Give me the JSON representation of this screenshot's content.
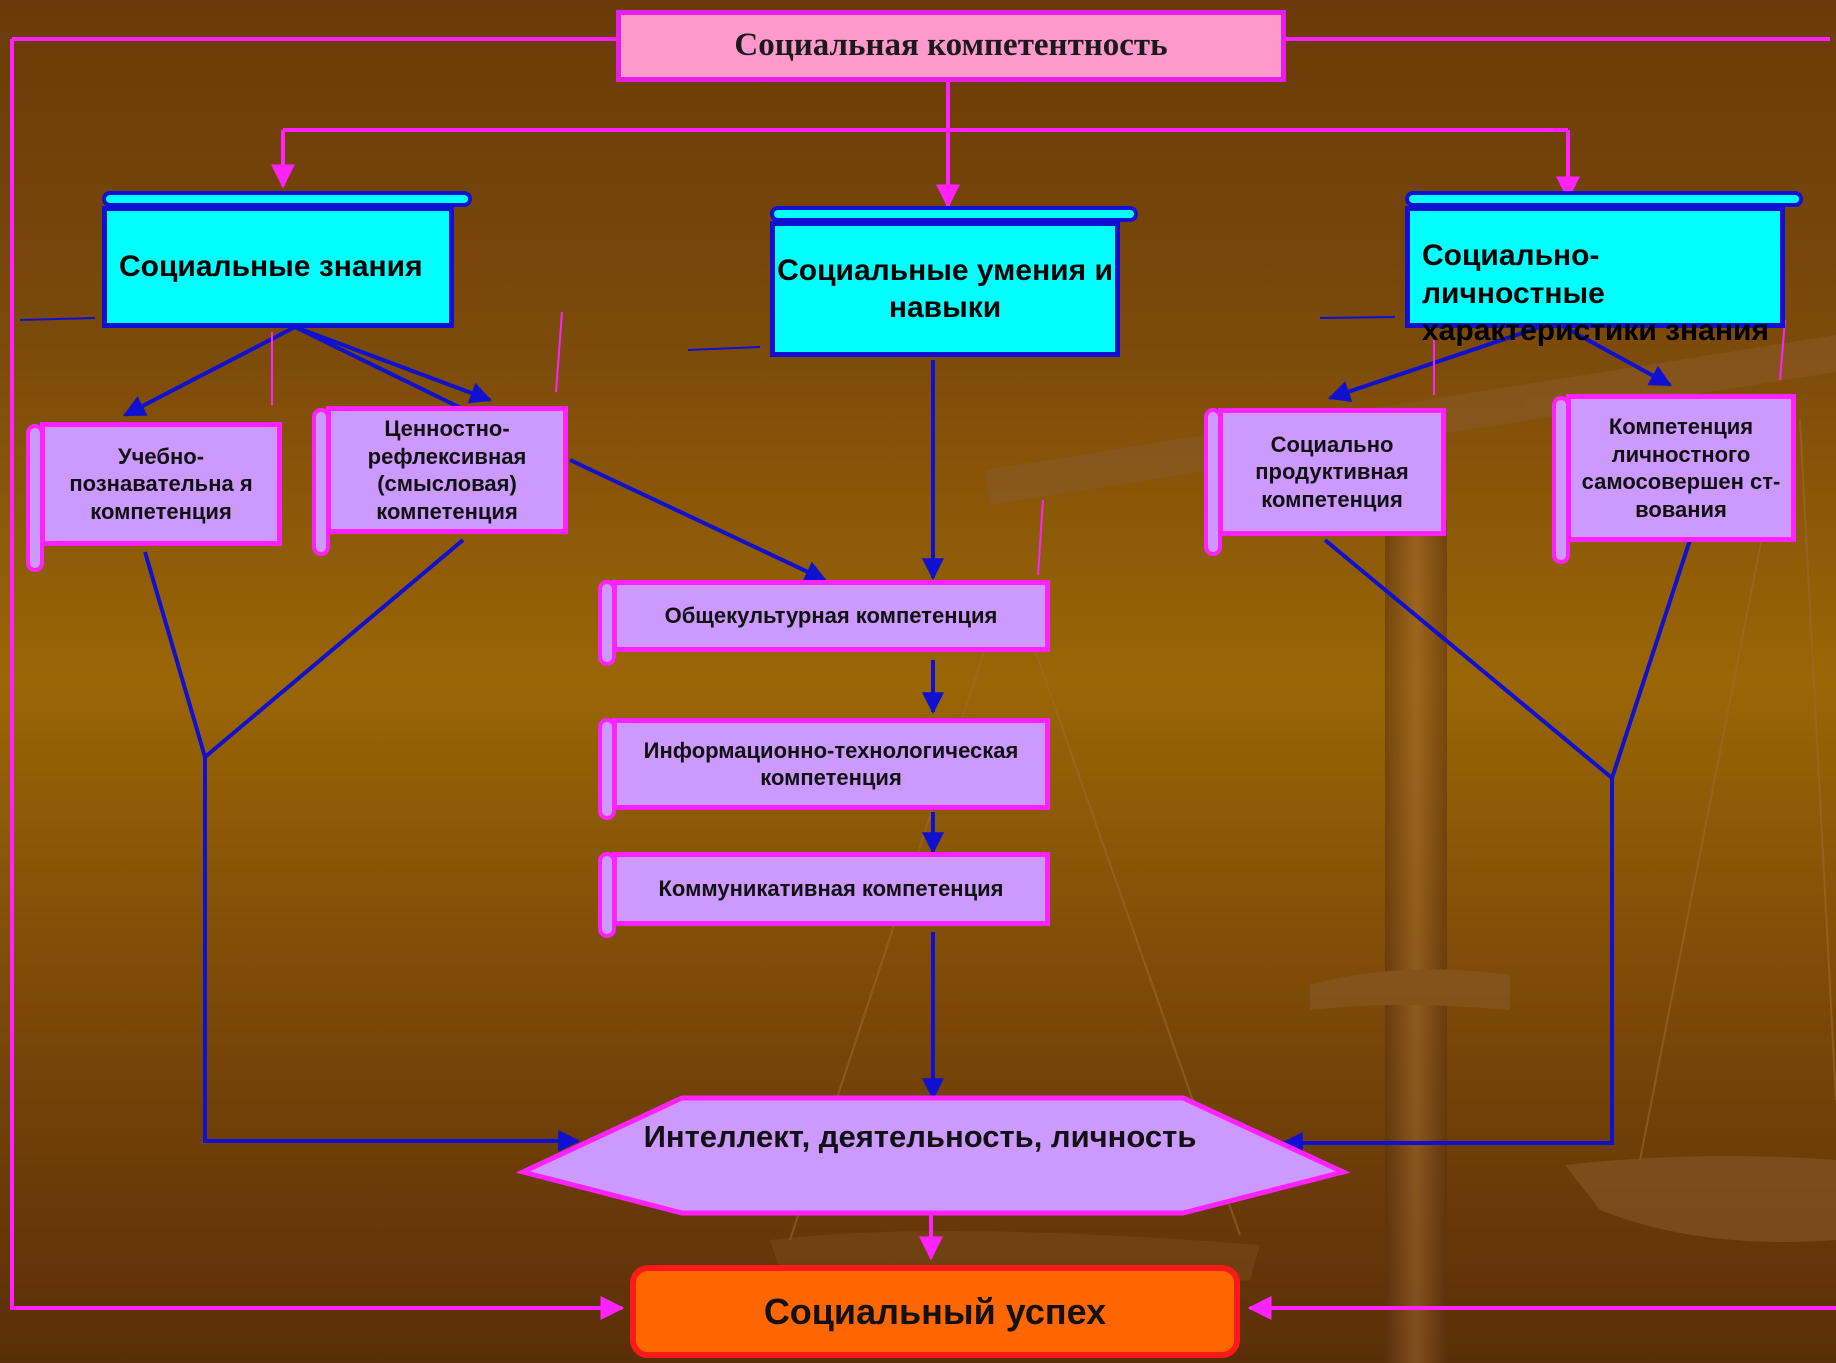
{
  "title": "Социальная компетентность",
  "categories": {
    "knowledge": "Социальные знания",
    "skills": "Социальные умения и навыки",
    "personal": "Социально-личностные характеристики знания"
  },
  "competences": {
    "educational": "Учебно-познавательна я компетенция",
    "value": "Ценностно-рефлексивная (смысловая) компетенция",
    "cultural": "Общекультурная компетенция",
    "information": "Информационно-технологическая компетенция",
    "communicative": "Коммуникативная компетенция",
    "productive": "Социально продуктивная компетенция",
    "self": "Компетенция личностного самосовершен ст-вования"
  },
  "integration": "Интеллект, деятельность, личность",
  "result": "Социальный успех",
  "colors": {
    "accent_magenta": "#ff22ff",
    "arrow_blue": "#1010d0",
    "cyan_box": "#00ffff",
    "lilac_box": "#cc99ff",
    "title_box": "#ff99cc",
    "success_box": "#ff6600"
  }
}
